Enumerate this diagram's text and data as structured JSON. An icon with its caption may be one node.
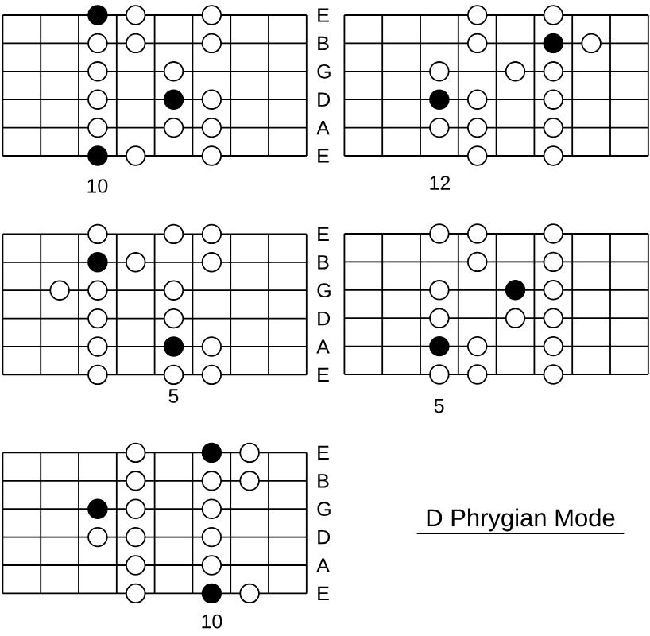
{
  "diagram": {
    "title": "D Phrygian Mode",
    "labels": [
      "E",
      "B",
      "G",
      "D",
      "A",
      "E",
      "10",
      "12",
      "E",
      "B",
      "G",
      "D",
      "A",
      "E",
      "5",
      "5",
      "E",
      "B",
      "G",
      "D",
      "A",
      "E",
      "10"
    ]
  }
}
